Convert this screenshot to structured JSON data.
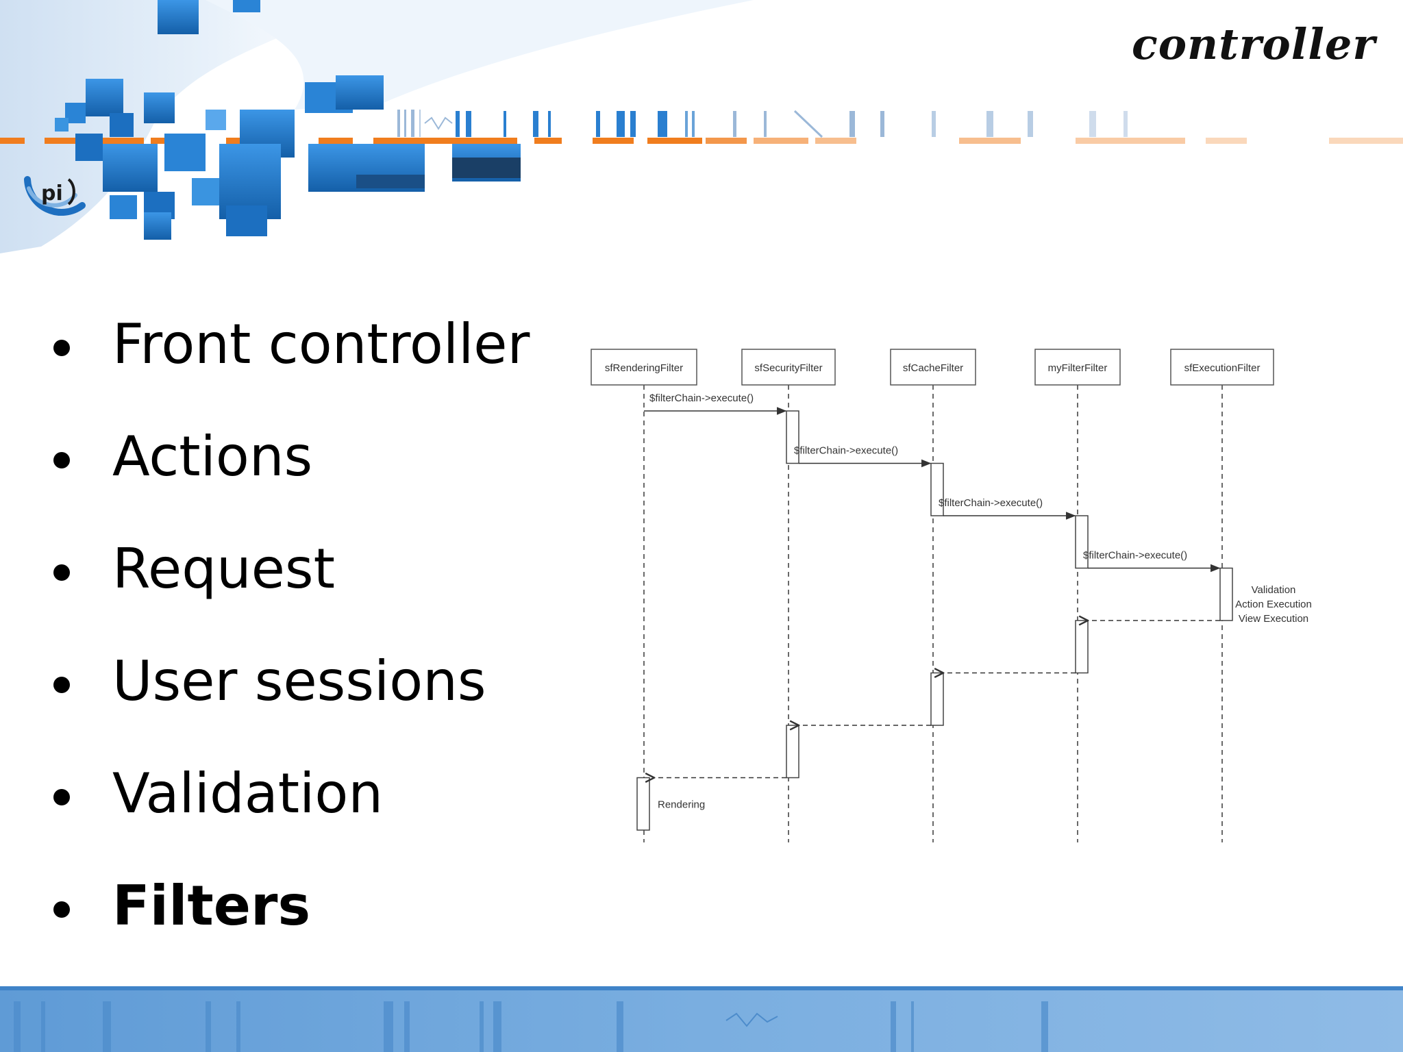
{
  "slide": {
    "title": "controller",
    "logo_text": "pi"
  },
  "bullets": [
    {
      "label": "Front controller",
      "active": false
    },
    {
      "label": "Actions",
      "active": false
    },
    {
      "label": "Request",
      "active": false
    },
    {
      "label": "User sessions",
      "active": false
    },
    {
      "label": "Validation",
      "active": false
    },
    {
      "label": "Filters",
      "active": true
    }
  ],
  "diagram": {
    "lifelines": [
      {
        "id": "rendering",
        "label": "sfRenderingFilter"
      },
      {
        "id": "security",
        "label": "sfSecurityFilter"
      },
      {
        "id": "cache",
        "label": "sfCacheFilter"
      },
      {
        "id": "myfilter",
        "label": "myFilterFilter"
      },
      {
        "id": "execution",
        "label": "sfExecutionFilter"
      }
    ],
    "calls": [
      {
        "from": "rendering",
        "to": "security",
        "label": "$filterChain->execute()"
      },
      {
        "from": "security",
        "to": "cache",
        "label": "$filterChain->execute()"
      },
      {
        "from": "cache",
        "to": "myfilter",
        "label": "$filterChain->execute()"
      },
      {
        "from": "myfilter",
        "to": "execution",
        "label": "$filterChain->execute()"
      }
    ],
    "returns": [
      {
        "from": "execution",
        "to": "myfilter"
      },
      {
        "from": "myfilter",
        "to": "cache"
      },
      {
        "from": "cache",
        "to": "security"
      },
      {
        "from": "security",
        "to": "rendering"
      }
    ],
    "execution_notes": [
      "Validation",
      "Action Execution",
      "View Execution"
    ],
    "rendering_note": "Rendering"
  },
  "colors": {
    "accent_orange": "#f07d1e",
    "brand_blue": "#1e6fc0",
    "light_blue": "#5a9bd8"
  }
}
